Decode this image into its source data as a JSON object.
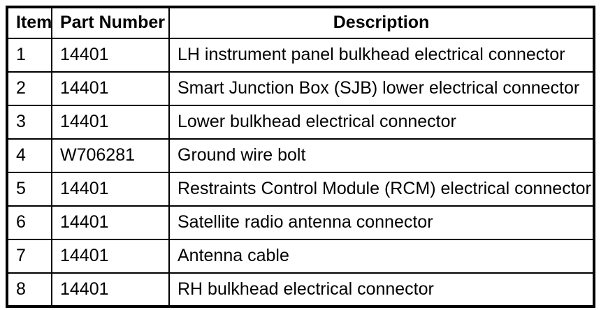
{
  "colors": {
    "border": "#000000",
    "text": "#000000",
    "background": "#ffffff"
  },
  "table": {
    "headers": {
      "item": "Item",
      "part_number": "Part Number",
      "description": "Description"
    },
    "rows": [
      {
        "item": "1",
        "part_number": "14401",
        "description": "LH instrument panel bulkhead electrical connector"
      },
      {
        "item": "2",
        "part_number": "14401",
        "description": "Smart Junction Box (SJB) lower electrical connector"
      },
      {
        "item": "3",
        "part_number": "14401",
        "description": "Lower bulkhead electrical connector"
      },
      {
        "item": "4",
        "part_number": "W706281",
        "description": "Ground wire bolt"
      },
      {
        "item": "5",
        "part_number": "14401",
        "description": "Restraints Control Module (RCM) electrical connector"
      },
      {
        "item": "6",
        "part_number": "14401",
        "description": "Satellite radio antenna connector"
      },
      {
        "item": "7",
        "part_number": "14401",
        "description": "Antenna cable"
      },
      {
        "item": "8",
        "part_number": "14401",
        "description": "RH bulkhead electrical connector"
      }
    ]
  }
}
